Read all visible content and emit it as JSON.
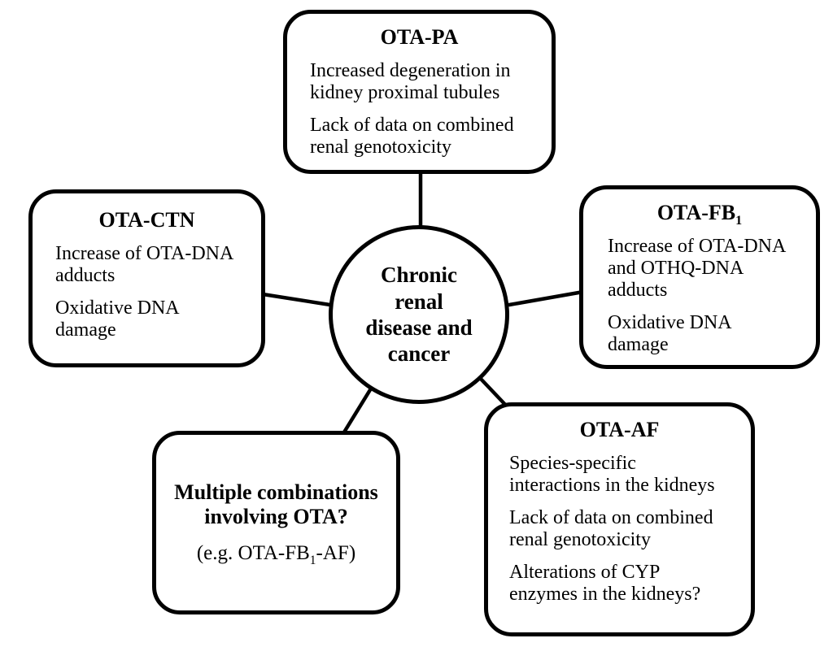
{
  "colors": {
    "ink": "#000000",
    "background": "#ffffff"
  },
  "hub": {
    "label_lines": [
      "Chronic",
      "renal",
      "disease and",
      "cancer"
    ]
  },
  "nodes": {
    "ota_pa": {
      "title": "OTA-PA",
      "points": [
        "Increased degeneration in kidney proximal tubules",
        "Lack of data on combined renal genotoxicity"
      ]
    },
    "ota_ctn": {
      "title": "OTA-CTN",
      "points": [
        "Increase of OTA-DNA adducts",
        "Oxidative DNA damage"
      ]
    },
    "ota_fb1": {
      "title_prefix": "OTA-FB",
      "title_sub": "1",
      "points": [
        "Increase of OTA-DNA and OTHQ-DNA adducts",
        "Oxidative DNA damage"
      ]
    },
    "multiple_combinations": {
      "title": "Multiple combinations involving OTA?",
      "example_prefix": "(e.g. OTA-FB",
      "example_sub": "1",
      "example_suffix": "-AF)"
    },
    "ota_af": {
      "title": "OTA-AF",
      "points": [
        "Species-specific interactions in the kidneys",
        "Lack of data on combined renal genotoxicity",
        "Alterations of CYP enzymes in the kidneys?"
      ]
    }
  }
}
